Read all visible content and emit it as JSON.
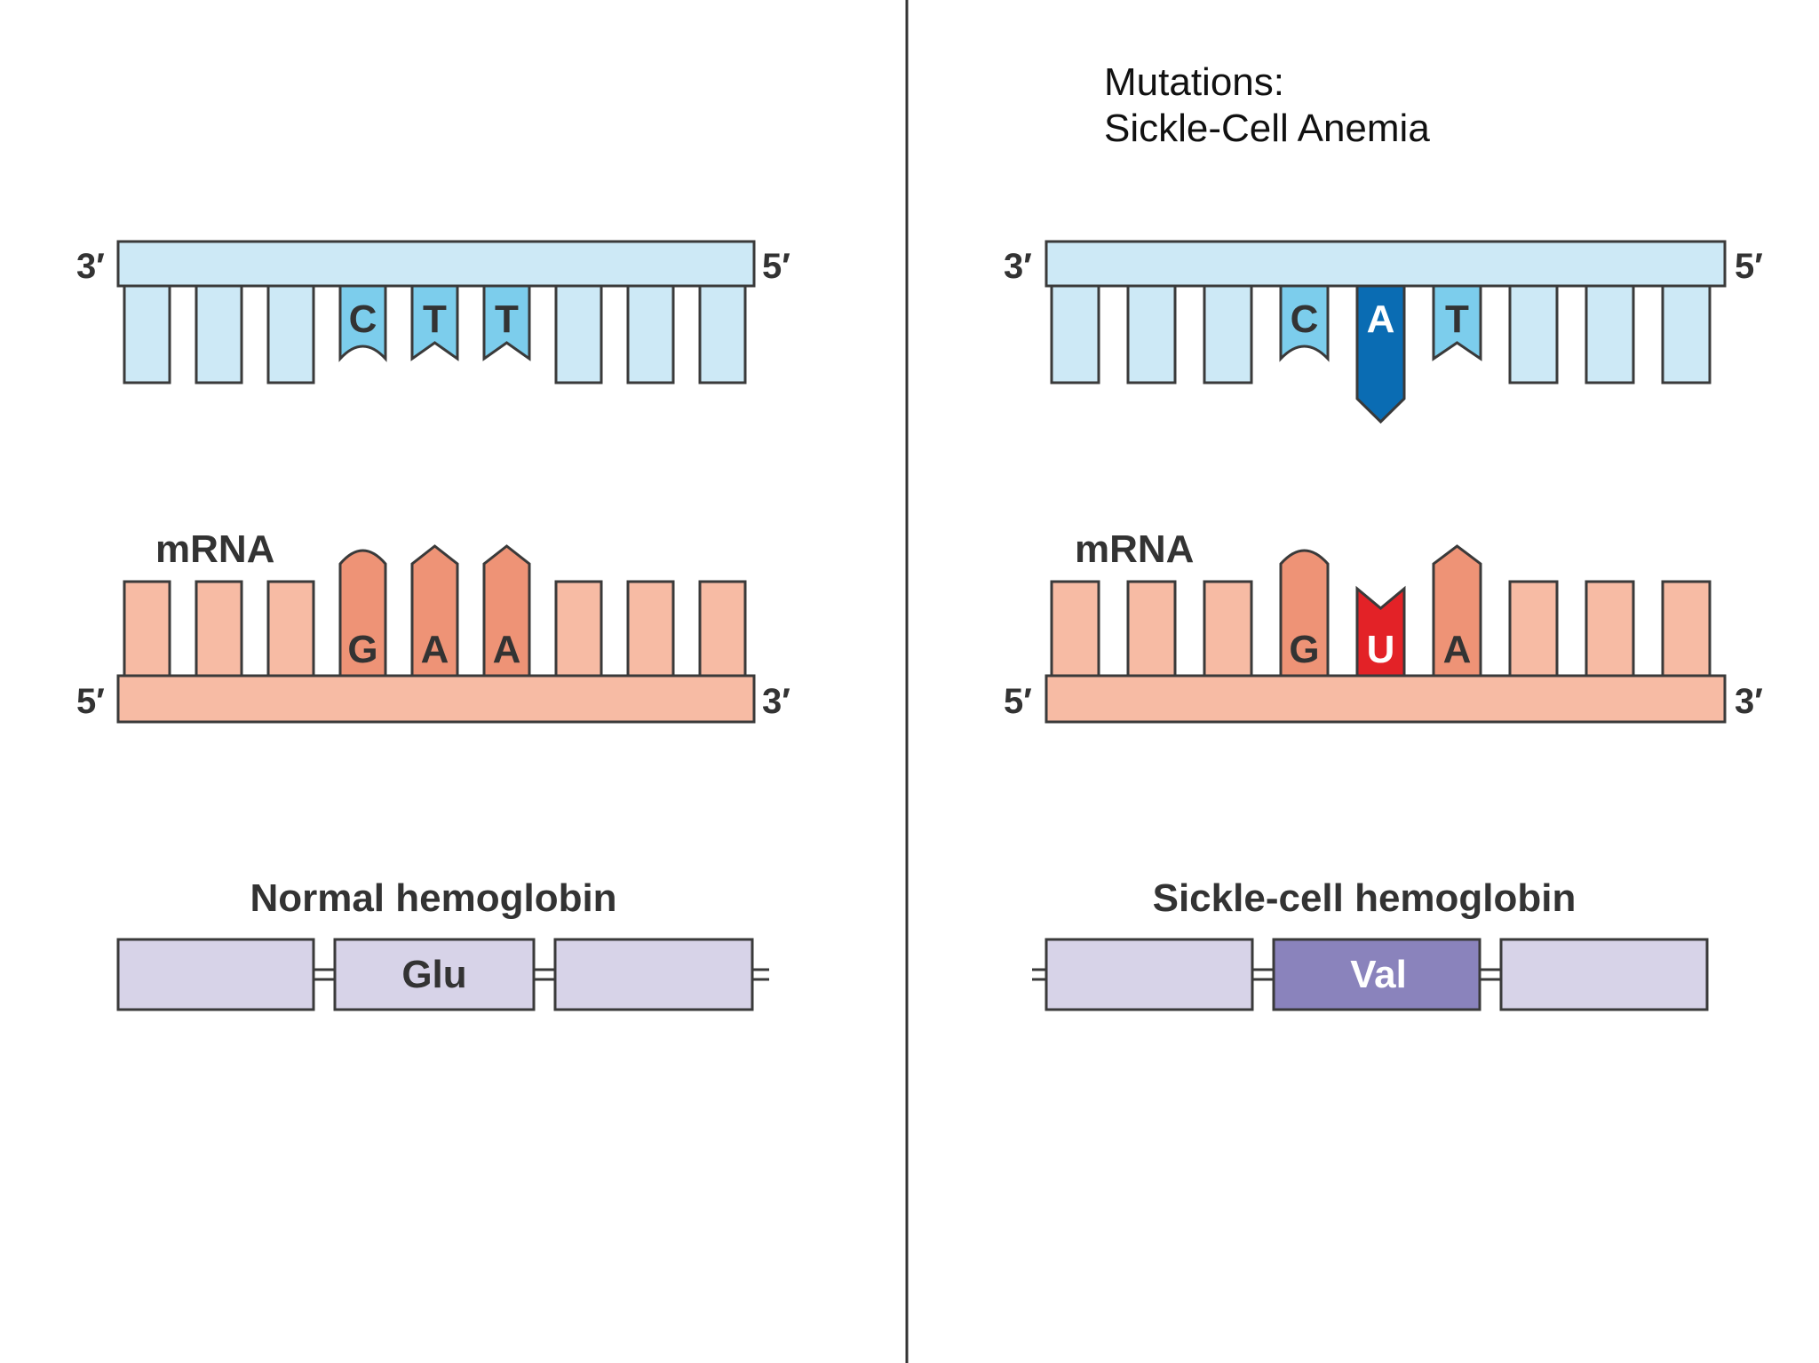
{
  "title": {
    "line1": "Mutations:",
    "line2": "Sickle-Cell Anemia"
  },
  "colors": {
    "dna": "#cde9f6",
    "dna_mark": "#7ccdec",
    "dna_mutant": "#0a6cb3",
    "mrna": "#f7bba4",
    "mrna_mark": "#ee9376",
    "mrna_mutant": "#e32227",
    "protein": "#d7d3e8",
    "protein_mutant": "#8a83bc",
    "stroke": "#3a3a3a",
    "divider": "#333333"
  },
  "normal": {
    "dna": {
      "left_end": "3′",
      "right_end": "5′",
      "codon": [
        "C",
        "T",
        "T"
      ]
    },
    "mrna": {
      "label": "mRNA",
      "left_end": "5′",
      "right_end": "3′",
      "codon": [
        "G",
        "A",
        "A"
      ]
    },
    "protein": {
      "title": "Normal hemoglobin",
      "amino_acid": "Glu"
    }
  },
  "sickle": {
    "dna": {
      "left_end": "3′",
      "right_end": "5′",
      "codon": [
        "C",
        "A",
        "T"
      ],
      "mutated_index": 1
    },
    "mrna": {
      "label": "mRNA",
      "left_end": "5′",
      "right_end": "3′",
      "codon": [
        "G",
        "U",
        "A"
      ],
      "mutated_index": 1
    },
    "protein": {
      "title": "Sickle-cell hemoglobin",
      "amino_acid": "Val"
    }
  }
}
